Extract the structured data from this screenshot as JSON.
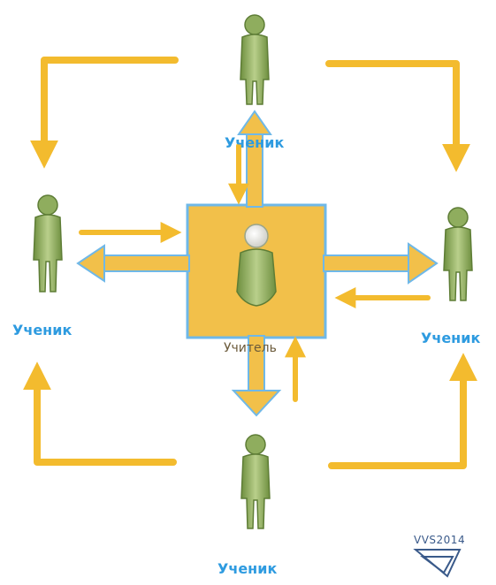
{
  "diagram": {
    "center_label": "Учитель",
    "student_label": "Ученик",
    "watermark": "VVS2014"
  },
  "colors": {
    "arrow": "#f3bb2e",
    "arrow_outline": "#ffffff",
    "center_box": "#f2c04a",
    "center_border": "#6fb8e8",
    "figure": "#8fad5e",
    "figure_dark": "#5e7d36",
    "label": "#2e9be0"
  }
}
